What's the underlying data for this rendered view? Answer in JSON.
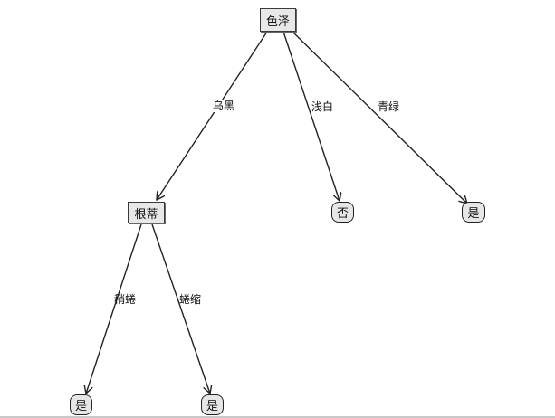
{
  "chart_data": {
    "type": "tree",
    "title": "",
    "root": {
      "label": "色泽",
      "children": [
        {
          "edge": "乌黑",
          "node": {
            "label": "根蒂",
            "children": [
              {
                "edge": "稍蜷",
                "node": {
                  "label": "是",
                  "leaf": true
                }
              },
              {
                "edge": "蜷缩",
                "node": {
                  "label": "是",
                  "leaf": true
                }
              }
            ]
          }
        },
        {
          "edge": "浅白",
          "node": {
            "label": "否",
            "leaf": true
          }
        },
        {
          "edge": "青绿",
          "node": {
            "label": "是",
            "leaf": true
          }
        }
      ]
    }
  },
  "nodes": {
    "root": {
      "label": "色泽"
    },
    "root_stem": {
      "label": "根蒂"
    },
    "leaf_qianbai": {
      "label": "否"
    },
    "leaf_qinglv": {
      "label": "是"
    },
    "leaf_shaoquan": {
      "label": "是"
    },
    "leaf_quansuo": {
      "label": "是"
    }
  },
  "edges": {
    "wuhei": "乌黑",
    "qianbai": "浅白",
    "qinglv": "青绿",
    "shaoquan": "稍蜷",
    "quansuo": "蜷缩"
  },
  "colors": {
    "line": "#222222",
    "node_fill": "#e8e8e8",
    "node_border": "#333333"
  }
}
